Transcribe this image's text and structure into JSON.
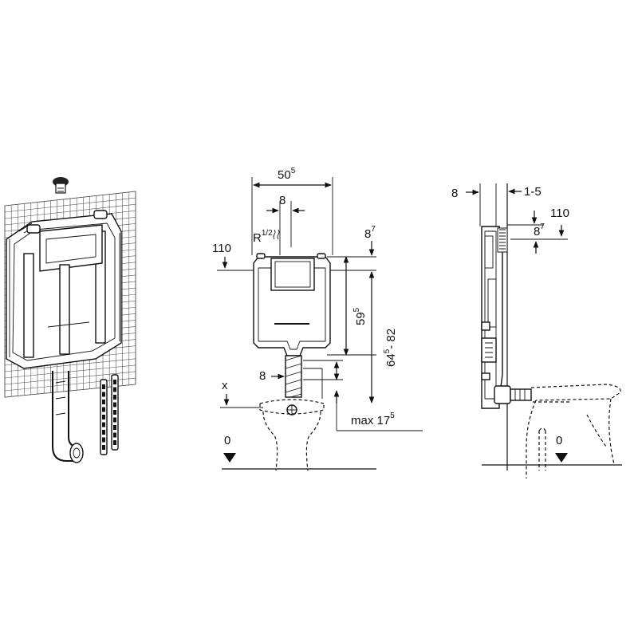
{
  "front_view": {
    "width_label": "50",
    "width_label_sup": "5",
    "inlet_offset_label": "8",
    "inlet_thread_label": "R",
    "inlet_thread_sup": "1/2",
    "top_offset_label": "110",
    "top_gap_label": "8",
    "top_gap_sup": "7",
    "height_label": "59",
    "height_label_sup": "5",
    "total_height_label": "64",
    "total_height_sup": "5",
    "total_height_suffix": "- 82",
    "outlet_label": "8",
    "x_label": "x",
    "max_label": "max 17",
    "max_label_sup": "5",
    "floor_label": "0"
  },
  "side_view": {
    "left_offset_label": "8",
    "right_gap_label": "1-5",
    "top_offset_label": "110",
    "top_gap_label": "8",
    "top_gap_sup": "7",
    "floor_label": "0"
  }
}
